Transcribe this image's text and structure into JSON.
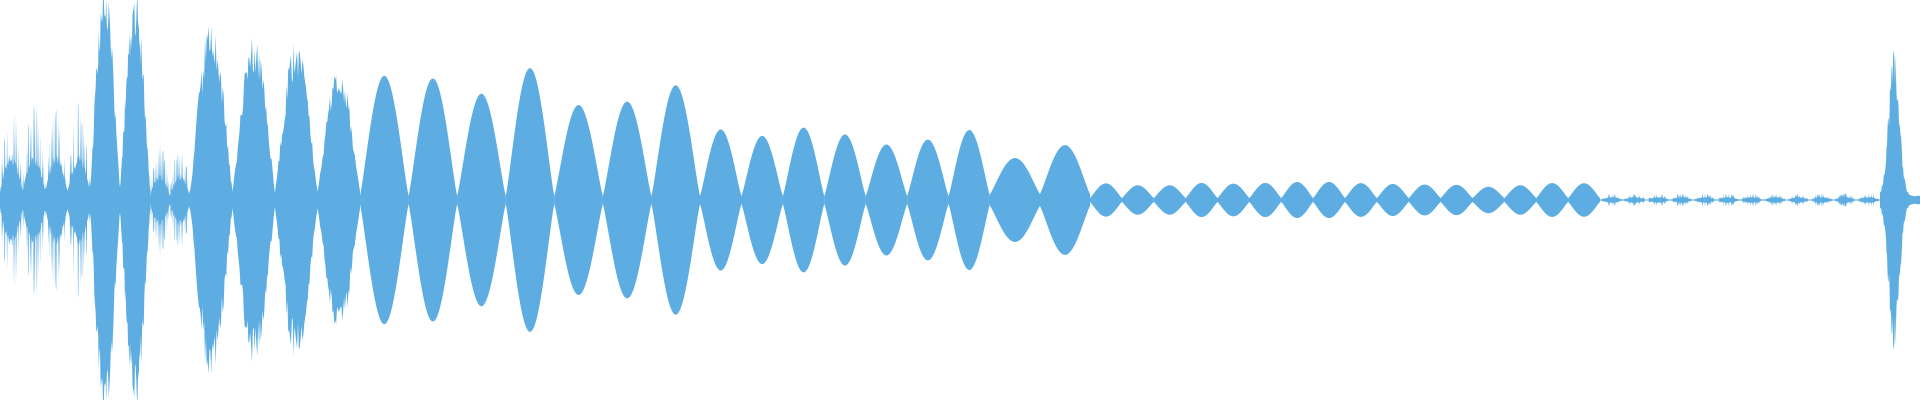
{
  "waveform": {
    "color": "#5DADE2",
    "background": "#FFFFFF",
    "style": "mirrored-amplitude",
    "segments": [
      {
        "type": "noise",
        "count": 4,
        "peak": 0.45,
        "min": 0.1
      },
      {
        "type": "lobe",
        "count": 2,
        "peak": 0.86,
        "min": 0.06
      },
      {
        "type": "noise",
        "count": 2,
        "peak": 0.25,
        "min": 0.05
      },
      {
        "type": "lobe",
        "count": 4,
        "peak": 0.74,
        "min": 0.04
      },
      {
        "type": "lobe",
        "count": 7,
        "peak": 0.58,
        "min": 0.02
      },
      {
        "type": "lobe",
        "count": 7,
        "peak": 0.34,
        "min": 0.02
      },
      {
        "type": "lobe",
        "count": 2,
        "peak": 0.24,
        "min": 0.03
      },
      {
        "type": "lobe",
        "count": 16,
        "peak": 0.08,
        "min": 0.01
      },
      {
        "type": "noise",
        "count": 12,
        "peak": 0.03,
        "min": 0.0
      },
      {
        "type": "spike",
        "count": 1,
        "peak": 0.68,
        "min": 0.02
      }
    ]
  }
}
